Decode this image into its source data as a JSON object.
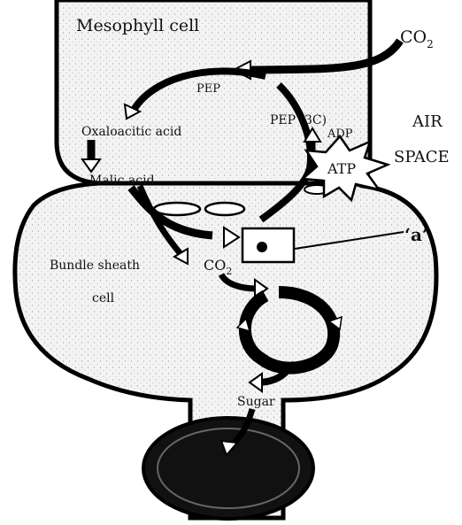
{
  "labels": {
    "mesophyll": "Mesophyll  cell",
    "co2_top": "CO",
    "co2_sub": "2",
    "pep": "PEP",
    "pep3c": "PEP (3C)",
    "oxaloacitic": "Oxaloacitic acid",
    "adp": "ADP",
    "air": "AIR",
    "space": "SPACE",
    "atp": "ATP",
    "malic": "Malic acid",
    "a_label": "‘a’",
    "bundle": "Bundle  sheath",
    "cell": "cell",
    "co2_bs": "CO",
    "co2_bs_sub": "2",
    "sugar": "Sugar"
  }
}
